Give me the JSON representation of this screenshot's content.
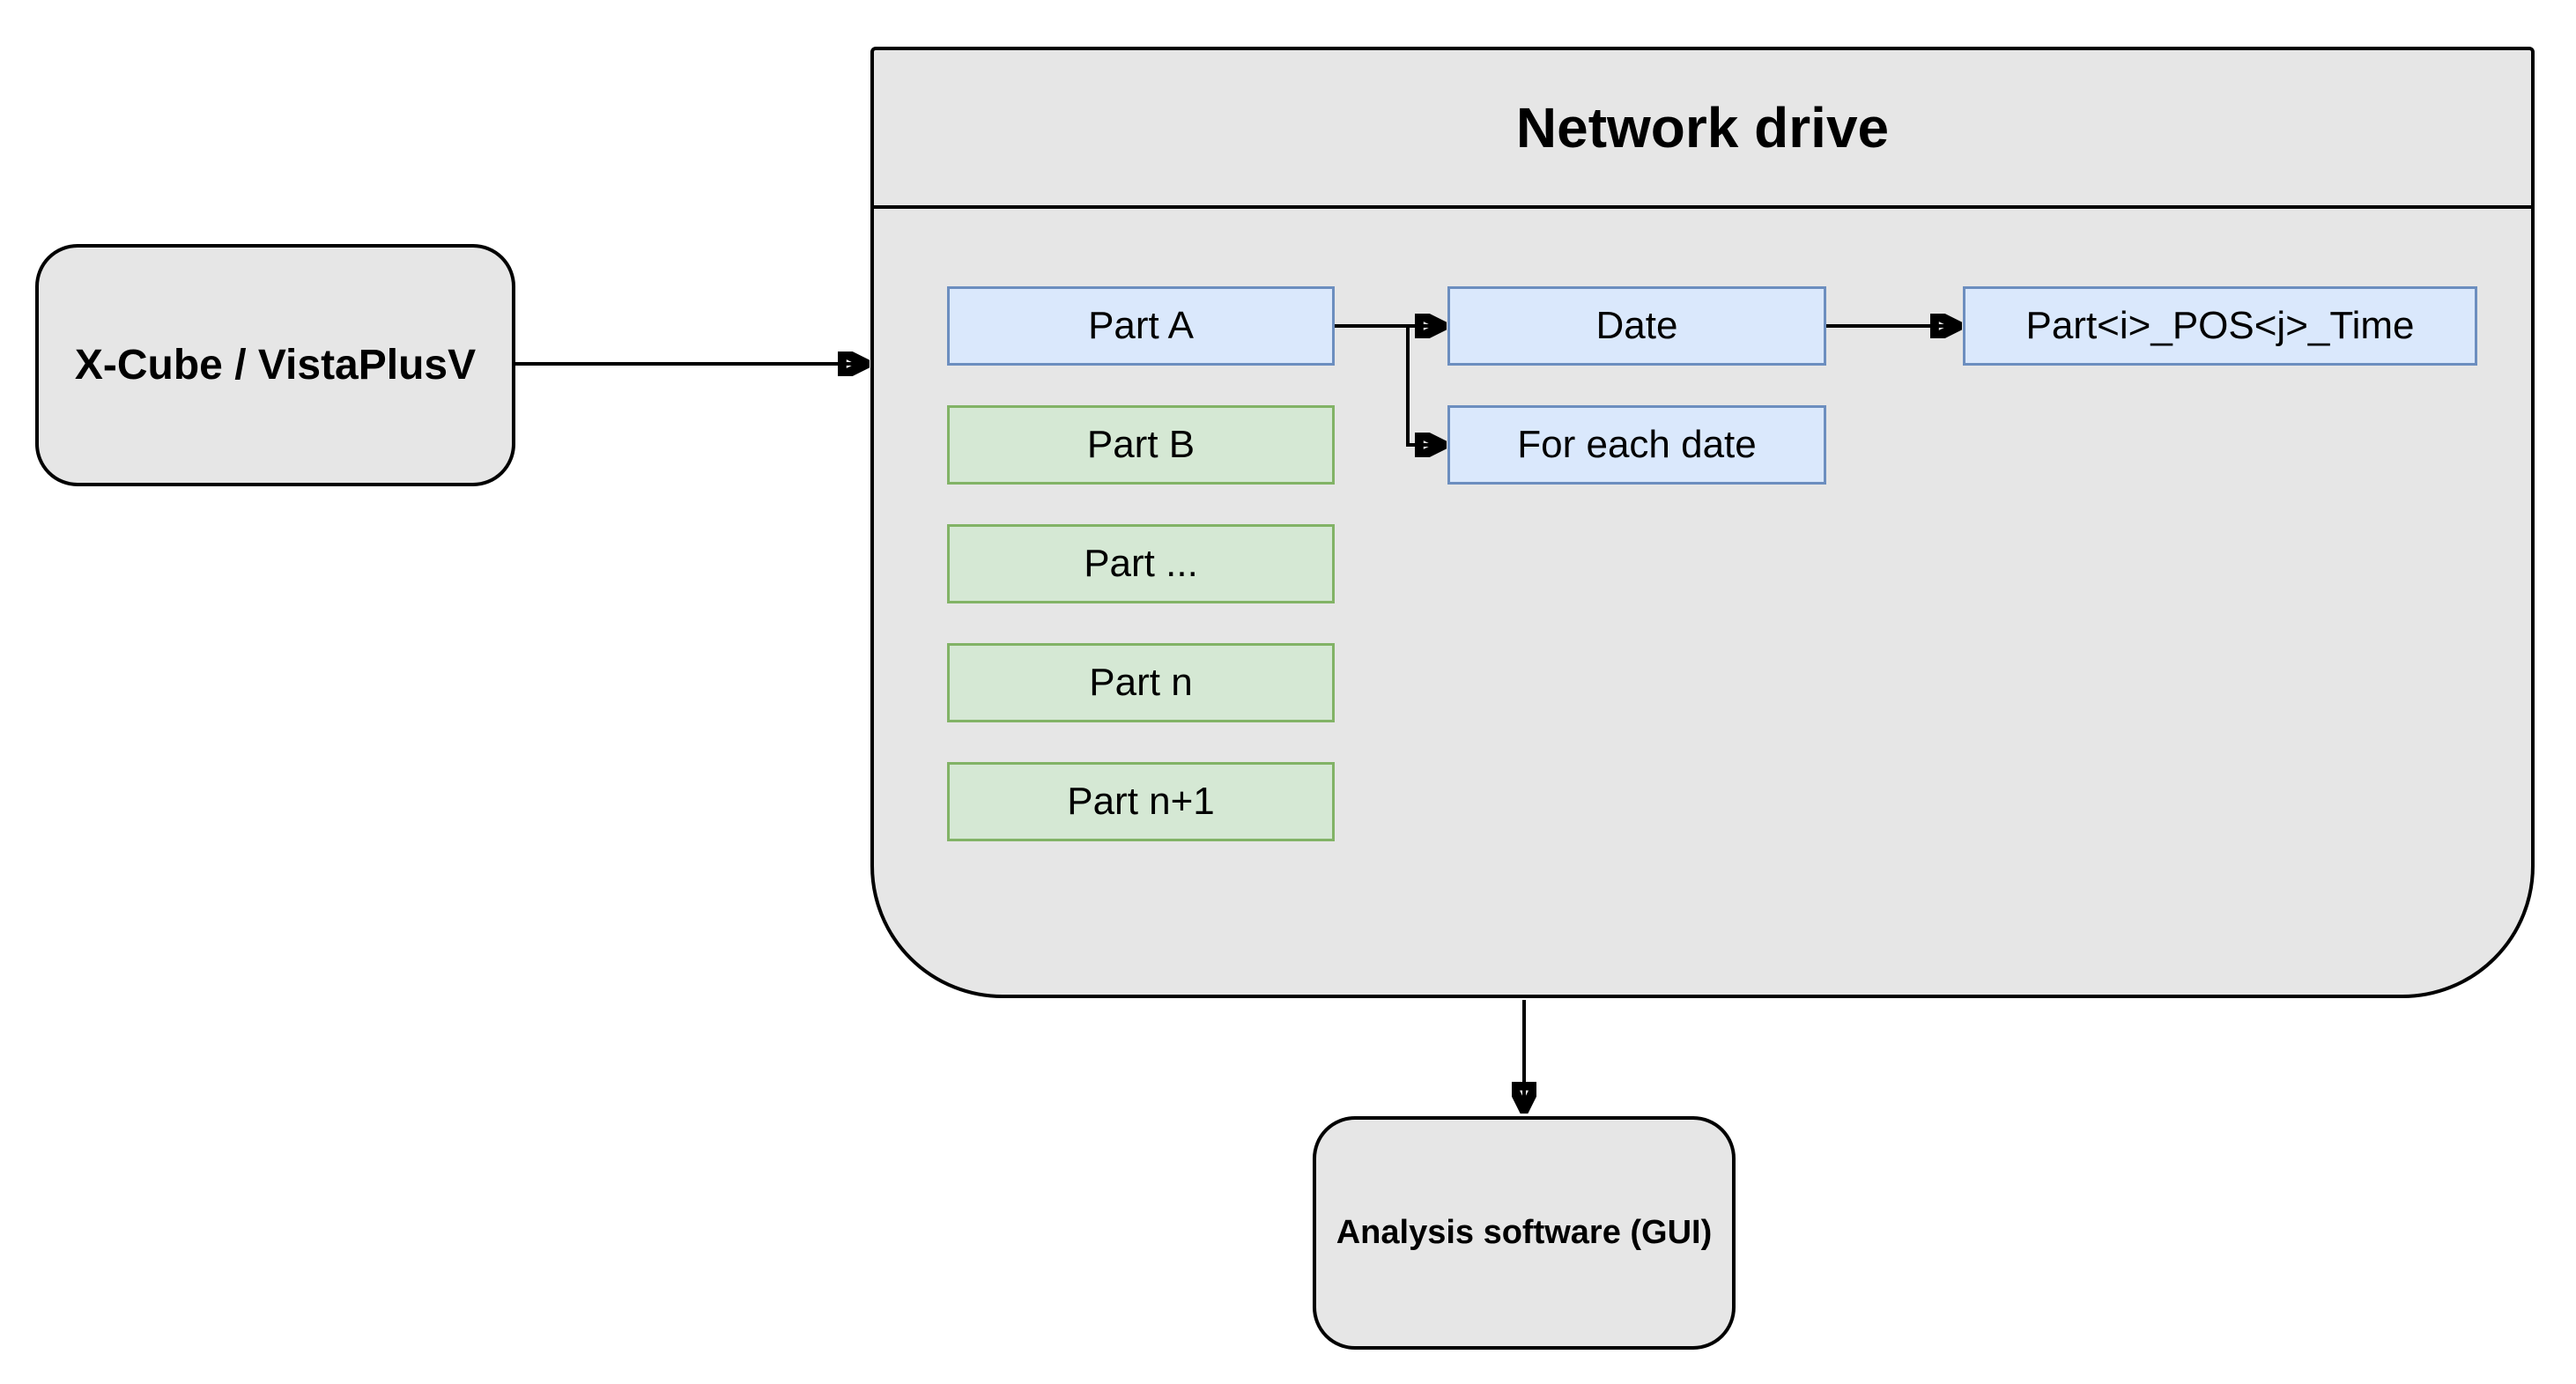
{
  "palette": {
    "gray": {
      "fill": "#e6e6e6",
      "stroke": "#000000"
    },
    "blue": {
      "fill": "#dae8fc",
      "stroke": "#6c8ebf"
    },
    "green": {
      "fill": "#d5e8d4",
      "stroke": "#82b366"
    },
    "arrow": "#000000",
    "text": "#000000",
    "background": "#ffffff"
  },
  "nodes": {
    "source": {
      "label": "X-Cube / VistaPlusV",
      "palette": "gray",
      "shape": "rounded-rectangle"
    },
    "network_drive": {
      "title": "Network drive",
      "palette": "gray",
      "shape": "container-with-header"
    },
    "parts": [
      {
        "label": "Part A",
        "palette": "blue"
      },
      {
        "label": "Part B",
        "palette": "green"
      },
      {
        "label": "Part ...",
        "palette": "green"
      },
      {
        "label": "Part n",
        "palette": "green"
      },
      {
        "label": "Part n+1",
        "palette": "green"
      }
    ],
    "date": {
      "label": "Date",
      "palette": "blue"
    },
    "for_each_date": {
      "label": "For each date",
      "palette": "blue"
    },
    "file_pattern": {
      "label": "Part<i>_POS<j>_Time",
      "palette": "blue"
    },
    "analysis": {
      "label": "Analysis software (GUI)",
      "palette": "gray",
      "shape": "rounded-rectangle"
    }
  },
  "edges": [
    {
      "from": "source",
      "to": "network_drive",
      "style": "arrow"
    },
    {
      "from": "parts.0",
      "to": "date",
      "style": "arrow"
    },
    {
      "from": "parts.0",
      "to": "for_each_date",
      "style": "arrow"
    },
    {
      "from": "date",
      "to": "file_pattern",
      "style": "arrow"
    },
    {
      "from": "network_drive",
      "to": "analysis",
      "style": "arrow"
    }
  ]
}
